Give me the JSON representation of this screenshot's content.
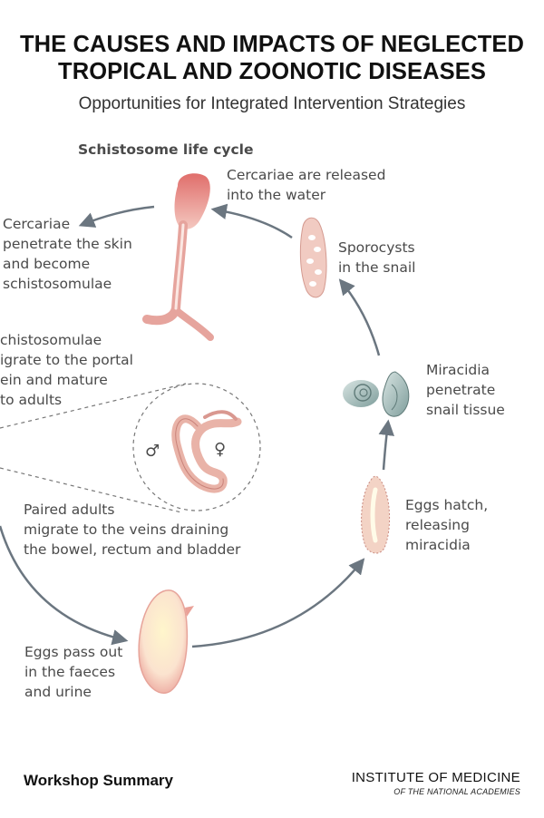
{
  "cover": {
    "title_line1": "THE CAUSES AND IMPACTS OF NEGLECTED",
    "title_line2": "TROPICAL AND ZOONOTIC DISEASES",
    "subtitle": "Opportunities for Integrated Intervention Strategies"
  },
  "diagram": {
    "heading": "Schistosome life cycle",
    "labels": {
      "cercariae_released": "Cercariae are released\ninto the water",
      "sporocysts": "Sporocysts\nin the snail",
      "miracidia_penetrate": "Miracidia\npenetrate\nsnail tissue",
      "eggs_hatch": "Eggs hatch,\nreleasing\nmiracidia",
      "eggs_pass": "Eggs pass out\nin the faeces\nand urine",
      "paired_adults": "Paired adults\nmigrate to the veins draining\nthe bowel, rectum and bladder",
      "schistosomulae": "chistosomulae\nigrate to the portal\nein and mature\nto adults",
      "cercariae_penetrate": "Cercariae\npenetrate the skin\nand become\nschistosomulae"
    },
    "male_symbol": "♂",
    "female_symbol": "♀"
  },
  "footer": {
    "left": "Workshop Summary",
    "publisher": "INSTITUTE OF MEDICINE",
    "publisher_sub": "OF THE NATIONAL ACADEMIES"
  },
  "colors": {
    "arrow": "#6b7680",
    "cercaria": "#e8a3a0",
    "egg": "#f6d6c4",
    "snail": "#9fb6b4"
  }
}
